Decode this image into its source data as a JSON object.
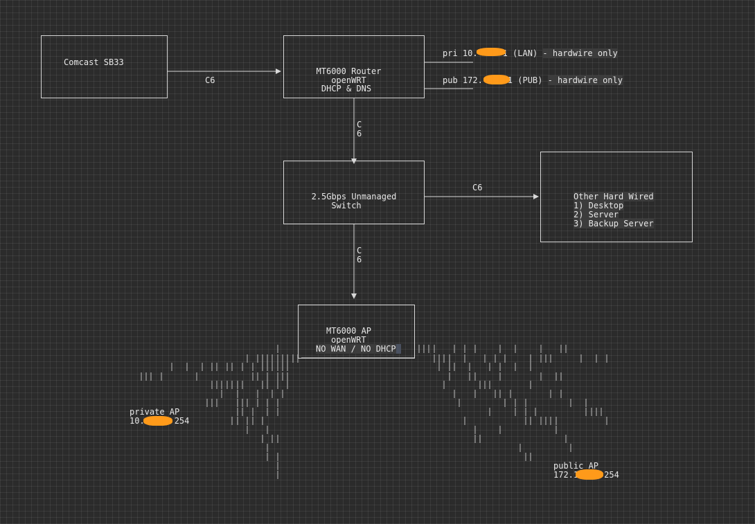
{
  "nodes": {
    "comcast": {
      "label": "Comcast SB33"
    },
    "router": {
      "lines": [
        "MT6000 Router",
        "openWRT",
        "DHCP & DNS"
      ]
    },
    "switch": {
      "lines": [
        "2.5Gbps Unmanaged",
        "Switch"
      ]
    },
    "wired": {
      "lines": [
        "Other Hard Wired",
        "1) Desktop",
        "2) Server",
        "3) Backup Server"
      ]
    },
    "ap": {
      "lines": [
        "MT6000 AP",
        "openWRT",
        "NO WAN / NO DHCP"
      ]
    }
  },
  "edges": {
    "comcast_router": "C6",
    "router_switch": [
      "C",
      "6"
    ],
    "switch_wired": "C6",
    "switch_ap": [
      "C",
      "6"
    ]
  },
  "annotations": {
    "pri_lan": {
      "prefix": "pri 10.",
      "suffix": "1 (LAN)",
      "note": "- hardwire only"
    },
    "pub": {
      "prefix": "pub 172.",
      "suffix": "1 (PUB)",
      "note": "- hardwire only"
    },
    "private_ap": {
      "title": "private AP",
      "ip_prefix": "10.",
      "ip_suffix": "254"
    },
    "public_ap": {
      "title": "public AP",
      "ip_prefix": "172.1",
      "ip_suffix": "254"
    }
  },
  "colors": {
    "background": "#2b2b2b",
    "line": "#d8d8d8",
    "redaction": "#ff9a1a"
  }
}
